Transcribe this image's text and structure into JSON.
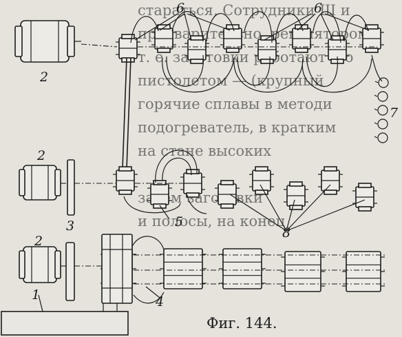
{
  "caption": "Фиг. 144.",
  "labels": {
    "l1": "1",
    "l2a": "2",
    "l2b": "2",
    "l2c": "2",
    "l3": "3",
    "l4": "4",
    "l5": "5",
    "l6a": "6",
    "l6b": "6",
    "l7": "7",
    "l8": "8"
  },
  "background_text": [
    "стараться, Сотрудники Ш и",
    "предварительно, регулятором",
    "т. е. заготовки работают и о",
    "пистолетом — (крупный",
    "горячие сплавы в методи",
    "подогреватель, в кратким",
    "на стане высоких",
    "затем заготовки",
    "и полосы, на конец"
  ]
}
